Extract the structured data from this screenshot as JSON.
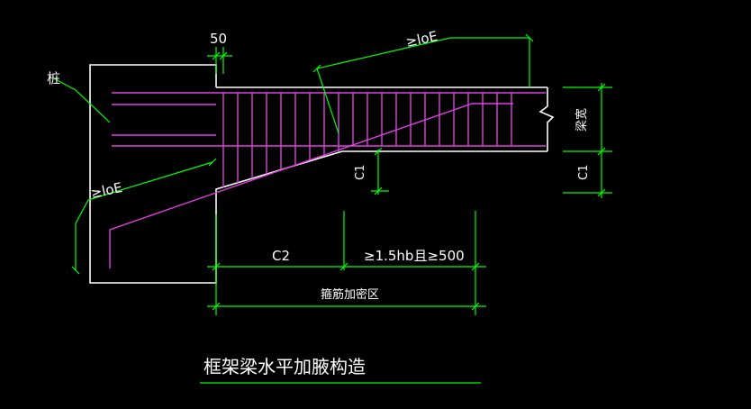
{
  "title": "框架梁水平加腋构造",
  "labels": {
    "pile": "桩",
    "dim_50": "50",
    "loe_top": "≥loE",
    "loe_left": "≥loE",
    "beam_width": "梁宽",
    "c1_right": "C1",
    "c1_mid": "C1",
    "c2": "C2",
    "haunch_len": "≥1.5hb且≥500",
    "stirrup_zone": "箍筋加密区"
  },
  "colors": {
    "background": "#000000",
    "outline": "#ffffff",
    "rebar": "#e040e0",
    "dimension": "#00ff00",
    "text": "#ffffff"
  }
}
